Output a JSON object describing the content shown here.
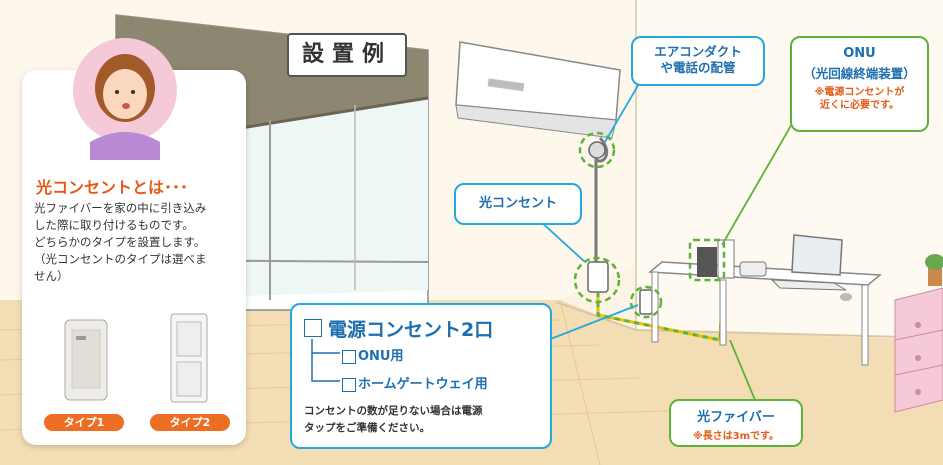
{
  "title": "設置例",
  "info_panel": {
    "heading": "光コンセントとは･･･",
    "description": [
      "光ファイバーを家の中に引き込み",
      "した際に取り付けるものです。",
      "どちらかのタイプを設置します。",
      "（光コンセントのタイプは選べま",
      "せん）"
    ],
    "types": [
      {
        "label": "タイプ1"
      },
      {
        "label": "タイプ2"
      }
    ]
  },
  "callouts": {
    "aircon_duct": {
      "line1": "エアコンダクト",
      "line2": "や電話の配管"
    },
    "onu": {
      "label": "ONU",
      "full_name": "（光回線終端装置）",
      "note_line1": "※電源コンセントが",
      "note_line2": "近くに必要です。"
    },
    "optical_outlet": {
      "label": "光コンセント"
    },
    "power_outlet": {
      "title": "電源コンセント2口",
      "items": [
        "ONU用",
        "ホームゲートウェイ用"
      ],
      "note_line1": "コンセントの数が足りない場合は電源",
      "note_line2": "タップをご準備ください。"
    },
    "optical_fiber": {
      "label": "光ファイバー",
      "note": "※長さは3mです。"
    }
  },
  "colors": {
    "accent_orange": "#ec6d24",
    "callout_blue": "#23a9dd",
    "text_blue": "#1e6fb0",
    "callout_green": "#5db33a",
    "note_orange": "#e55a16"
  }
}
